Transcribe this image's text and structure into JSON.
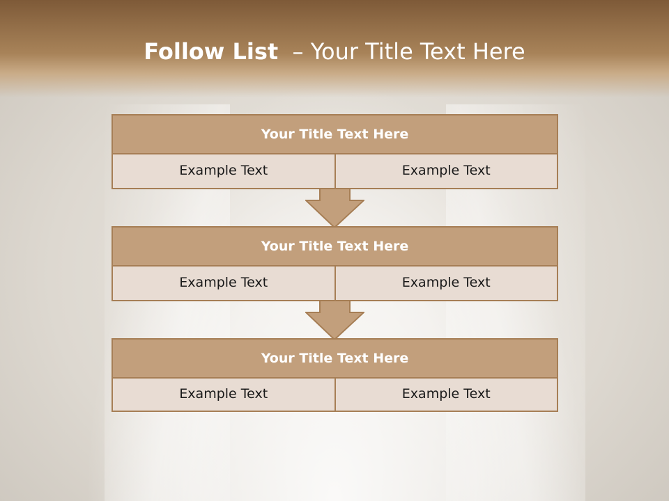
{
  "slide": {
    "title_bold": "Follow List",
    "title_rest": "  – Your Title Text Here"
  },
  "steps": [
    {
      "title": "Your Title Text Here",
      "left": "Example Text",
      "right": "Example Text"
    },
    {
      "title": "Your Title Text Here",
      "left": "Example Text",
      "right": "Example Text"
    },
    {
      "title": "Your Title Text Here",
      "left": "Example Text",
      "right": "Example Text"
    }
  ],
  "colors": {
    "header_brown": "#7e5a38",
    "title_bar": "#c29f7c",
    "cell_fill": "#e8dcd3",
    "border": "#a67e55"
  }
}
